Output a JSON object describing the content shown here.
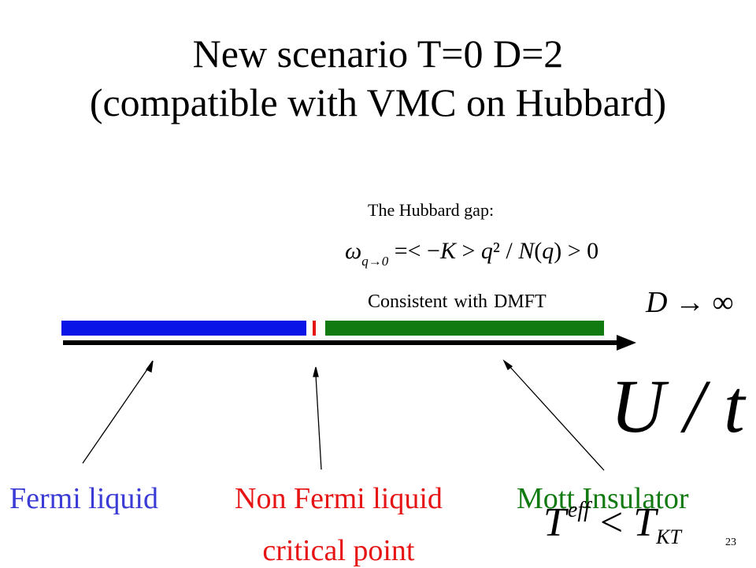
{
  "slide": {
    "title_line1": "New scenario T=0  D=2",
    "title_line2": "(compatible with VMC on Hubbard)",
    "page_number": "23"
  },
  "notes": {
    "hubbard_gap": "The Hubbard gap:",
    "consistent_dmft": "Consistent with DMFT"
  },
  "phases": {
    "fermi_liquid": "Fermi liquid",
    "non_fermi_liquid": "Non Fermi liquid",
    "critical_point": "critical  point",
    "mott_insulator": "Mott Insulator"
  },
  "axis": {
    "label": "U / t"
  },
  "colors": {
    "fermi_liquid": "#3b3bd6",
    "critical": "#e61414",
    "mott": "#117a11",
    "blue_bar": "#0a14e6",
    "green_bar": "#117a11"
  }
}
